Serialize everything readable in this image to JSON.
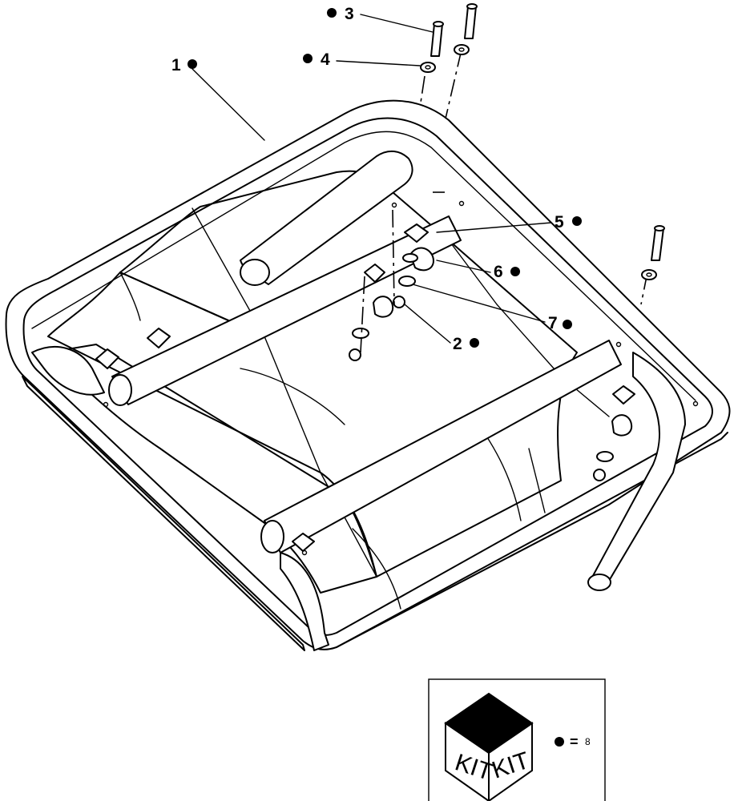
{
  "callouts": [
    {
      "id": "1",
      "label": "1"
    },
    {
      "id": "2",
      "label": "2"
    },
    {
      "id": "3",
      "label": "3"
    },
    {
      "id": "4",
      "label": "4"
    },
    {
      "id": "5",
      "label": "5"
    },
    {
      "id": "6",
      "label": "6"
    },
    {
      "id": "7",
      "label": "7"
    }
  ],
  "kit_legend": {
    "face_left": "KIT",
    "face_right": "KIT",
    "equals": "=",
    "value": "8"
  }
}
